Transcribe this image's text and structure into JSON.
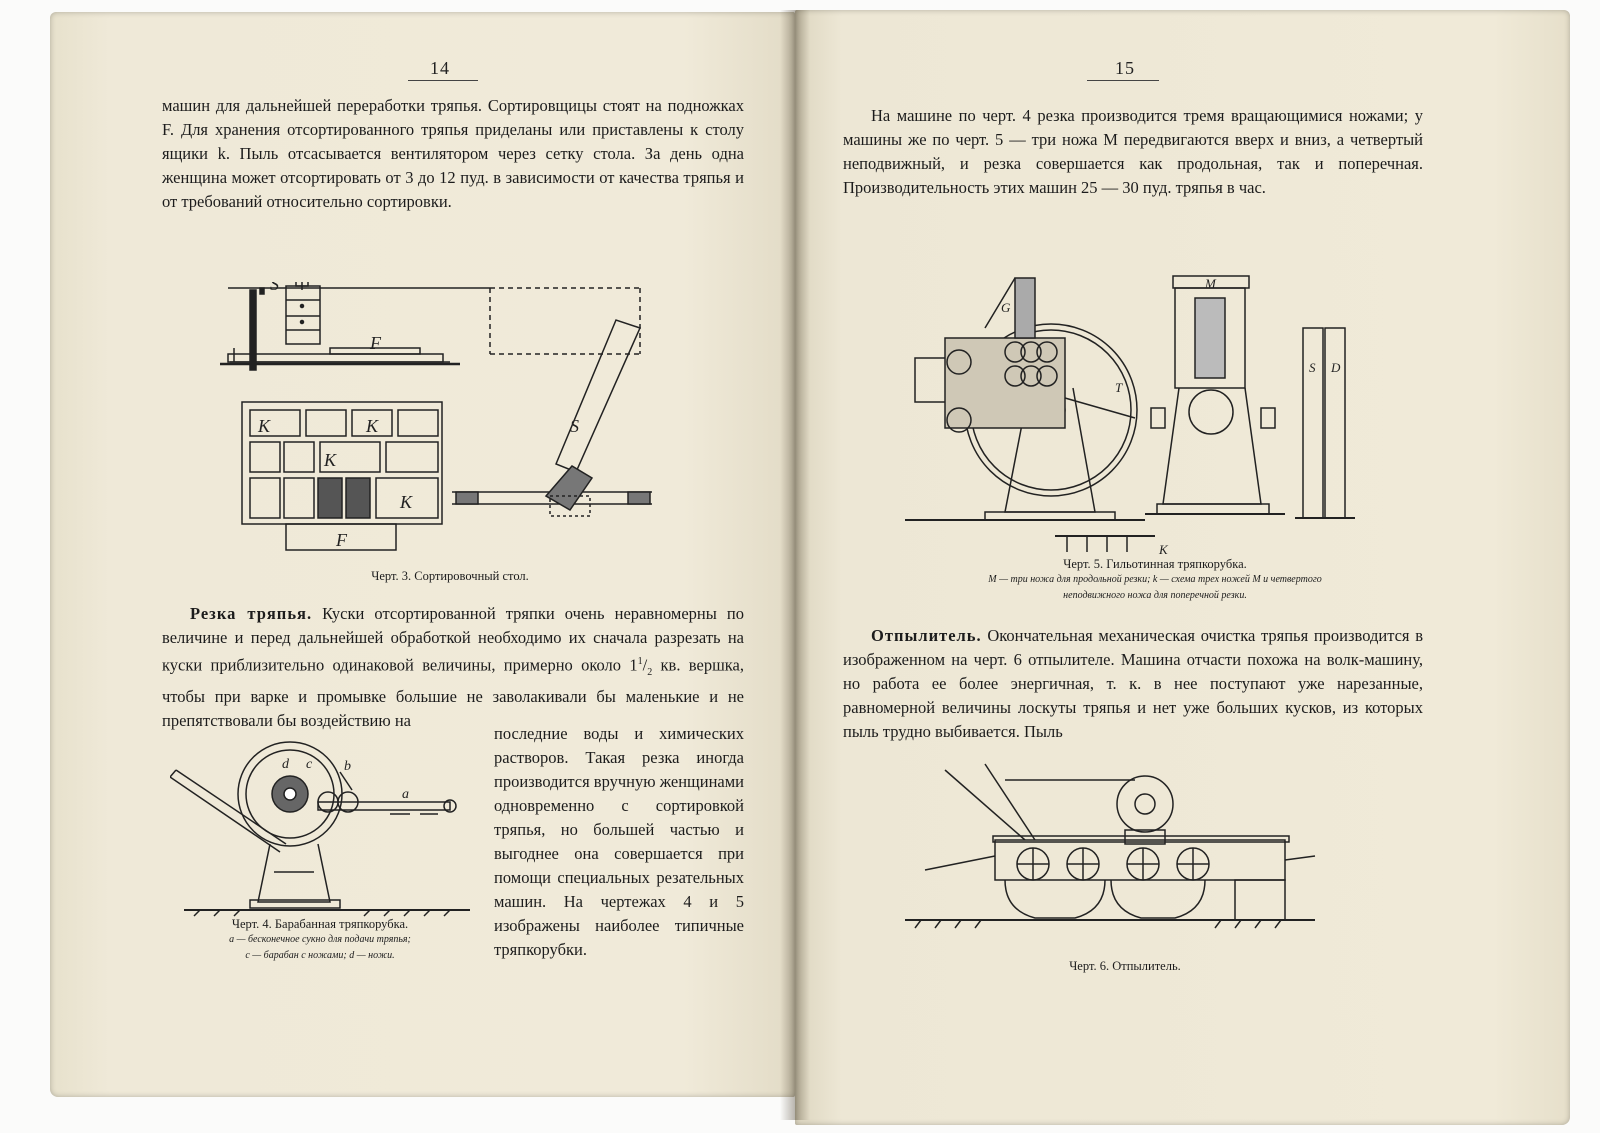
{
  "left_page": {
    "page_number": "14",
    "para1": "машин для дальнейшей переработки тряпья. Сортировщицы стоят на подножках F. Для хранения отсортированного тряпья приделаны или приставлены к столу ящики k. Пыль отсасывается вентилятором через сетку стола. За день одна женщина может отсортировать от 3 до 12 пуд. в зависимости от качества тряпья и от требований относительно сортировки.",
    "fig3": {
      "caption": "Черт. 3. Сортировочный стол.",
      "labels": {
        "s": "S",
        "f": "F",
        "k": "K"
      }
    },
    "section_heading": "Резка тряпья.",
    "para2_lead": "Куски отсортированной тряпки очень неравномерны по величине и перед дальнейшей обработкой необходимо их сначала разрезать на куски приблизительно одинаковой величины, примерно около 1",
    "para2_sup": "1",
    "para2_sub": "2",
    "para2_rest": " кв. вершка, чтобы при варке и промывке большие не заволакивали бы маленькие и не препятствовали бы воздействию на",
    "para2_col": "последние воды и химических растворов. Такая резка иногда производится вручную женщинами одновременно с сортировкой тряпья, но большей частью и выгоднее она совершается при помощи специальных резательных машин. На чертежах 4 и 5 изображены наиболее типичные тряпкорубки.",
    "fig4": {
      "caption_title": "Черт. 4. Барабанная тряпкорубка.",
      "caption_line1": "a — бесконечное сукно для подачи тряпья;",
      "caption_line2": "c — барабан с ножами; d — ножи.",
      "labels": {
        "a": "a",
        "b": "b",
        "c": "c",
        "d": "d"
      }
    }
  },
  "right_page": {
    "page_number": "15",
    "para1": "На машине по черт. 4 резка производится тремя вращающимися ножами; у машины же по черт. 5 — три ножа M передвигаются вверх и вниз, а четвертый неподвижный, и резка совершается как продольная, так и поперечная. Производительность этих машин 25 — 30 пуд. тряпья в час.",
    "fig5": {
      "caption_title": "Черт. 5. Гильотинная тряпкорубка.",
      "caption_line1": "M — три ножа для продольной резки; k — схема трех ножей M и четвертого",
      "caption_line2": "неподвижного ножа для поперечной резки.",
      "labels": {
        "m": "M",
        "k": "K",
        "g": "G",
        "t": "T",
        "s": "S",
        "d": "D"
      }
    },
    "section_heading": "Отпылитель.",
    "para2": "Окончательная механическая очистка тряпья производится в изображенном на черт. 6 отпылителе. Машина отчасти похожа на волк-машину, но работа ее более энергичная, т. к. в нее поступают уже нарезанные, равномерной величины лоскуты тряпья и нет уже больших кусков, из которых пыль трудно выбивается. Пыль",
    "fig6": {
      "caption": "Черт. 6. Отпылитель."
    }
  },
  "colors": {
    "paper": "#efe9d8",
    "ink": "#1c1c1c",
    "background": "#fbfbfa"
  }
}
